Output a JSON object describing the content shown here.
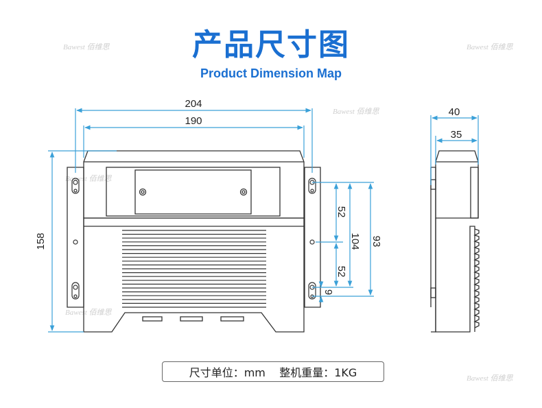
{
  "title": {
    "cn": "产品尺寸图",
    "en": "Product Dimension Map"
  },
  "watermark": "Bawest 佰维思",
  "front_view": {
    "dims": {
      "width_overall": "204",
      "width_inner": "190",
      "height": "158",
      "mount_upper": "52",
      "mount_lower": "52",
      "mount_span": "104",
      "mount_offset": "9",
      "side_span": "93"
    }
  },
  "side_view": {
    "dims": {
      "depth_overall": "40",
      "depth_body": "35"
    }
  },
  "spec": {
    "unit": "尺寸单位：mm",
    "weight": "整机重量：1KG"
  },
  "colors": {
    "title": "#1a6fd1",
    "dimension_line": "#3aa0d8",
    "outline": "#333333"
  }
}
